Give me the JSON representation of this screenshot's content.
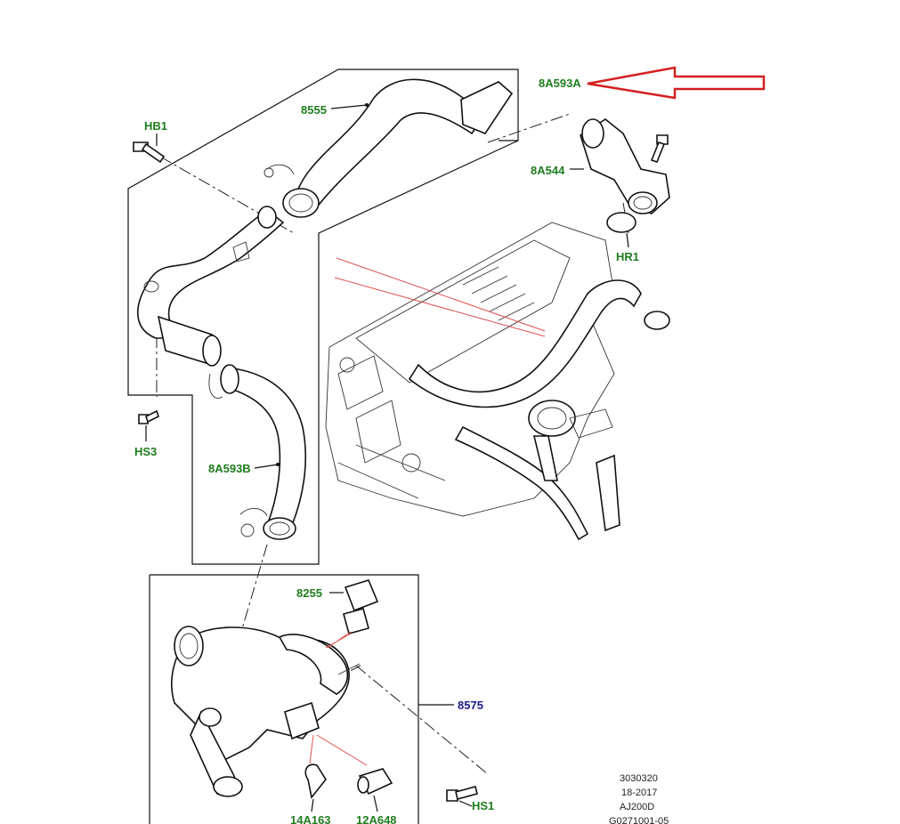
{
  "parts": {
    "p_8a593a": "8A593A",
    "p_8555": "8555",
    "p_hb1": "HB1",
    "p_8a544": "8A544",
    "p_hr1": "HR1",
    "p_hs3": "HS3",
    "p_8a593b": "8A593B",
    "p_8255": "8255",
    "p_8575": "8575",
    "p_hs1": "HS1",
    "p_14a163": "14A163",
    "p_12a648": "12A648"
  },
  "meta": {
    "line1": "3030320",
    "line2": "18-2017",
    "line3": "AJ200D",
    "line4": "G0271001-05"
  },
  "colors": {
    "label_green": "#1e7d1e",
    "label_blue": "#1a1a8c",
    "highlight_arrow": "#d42020",
    "pointer_line": "#e05050"
  }
}
